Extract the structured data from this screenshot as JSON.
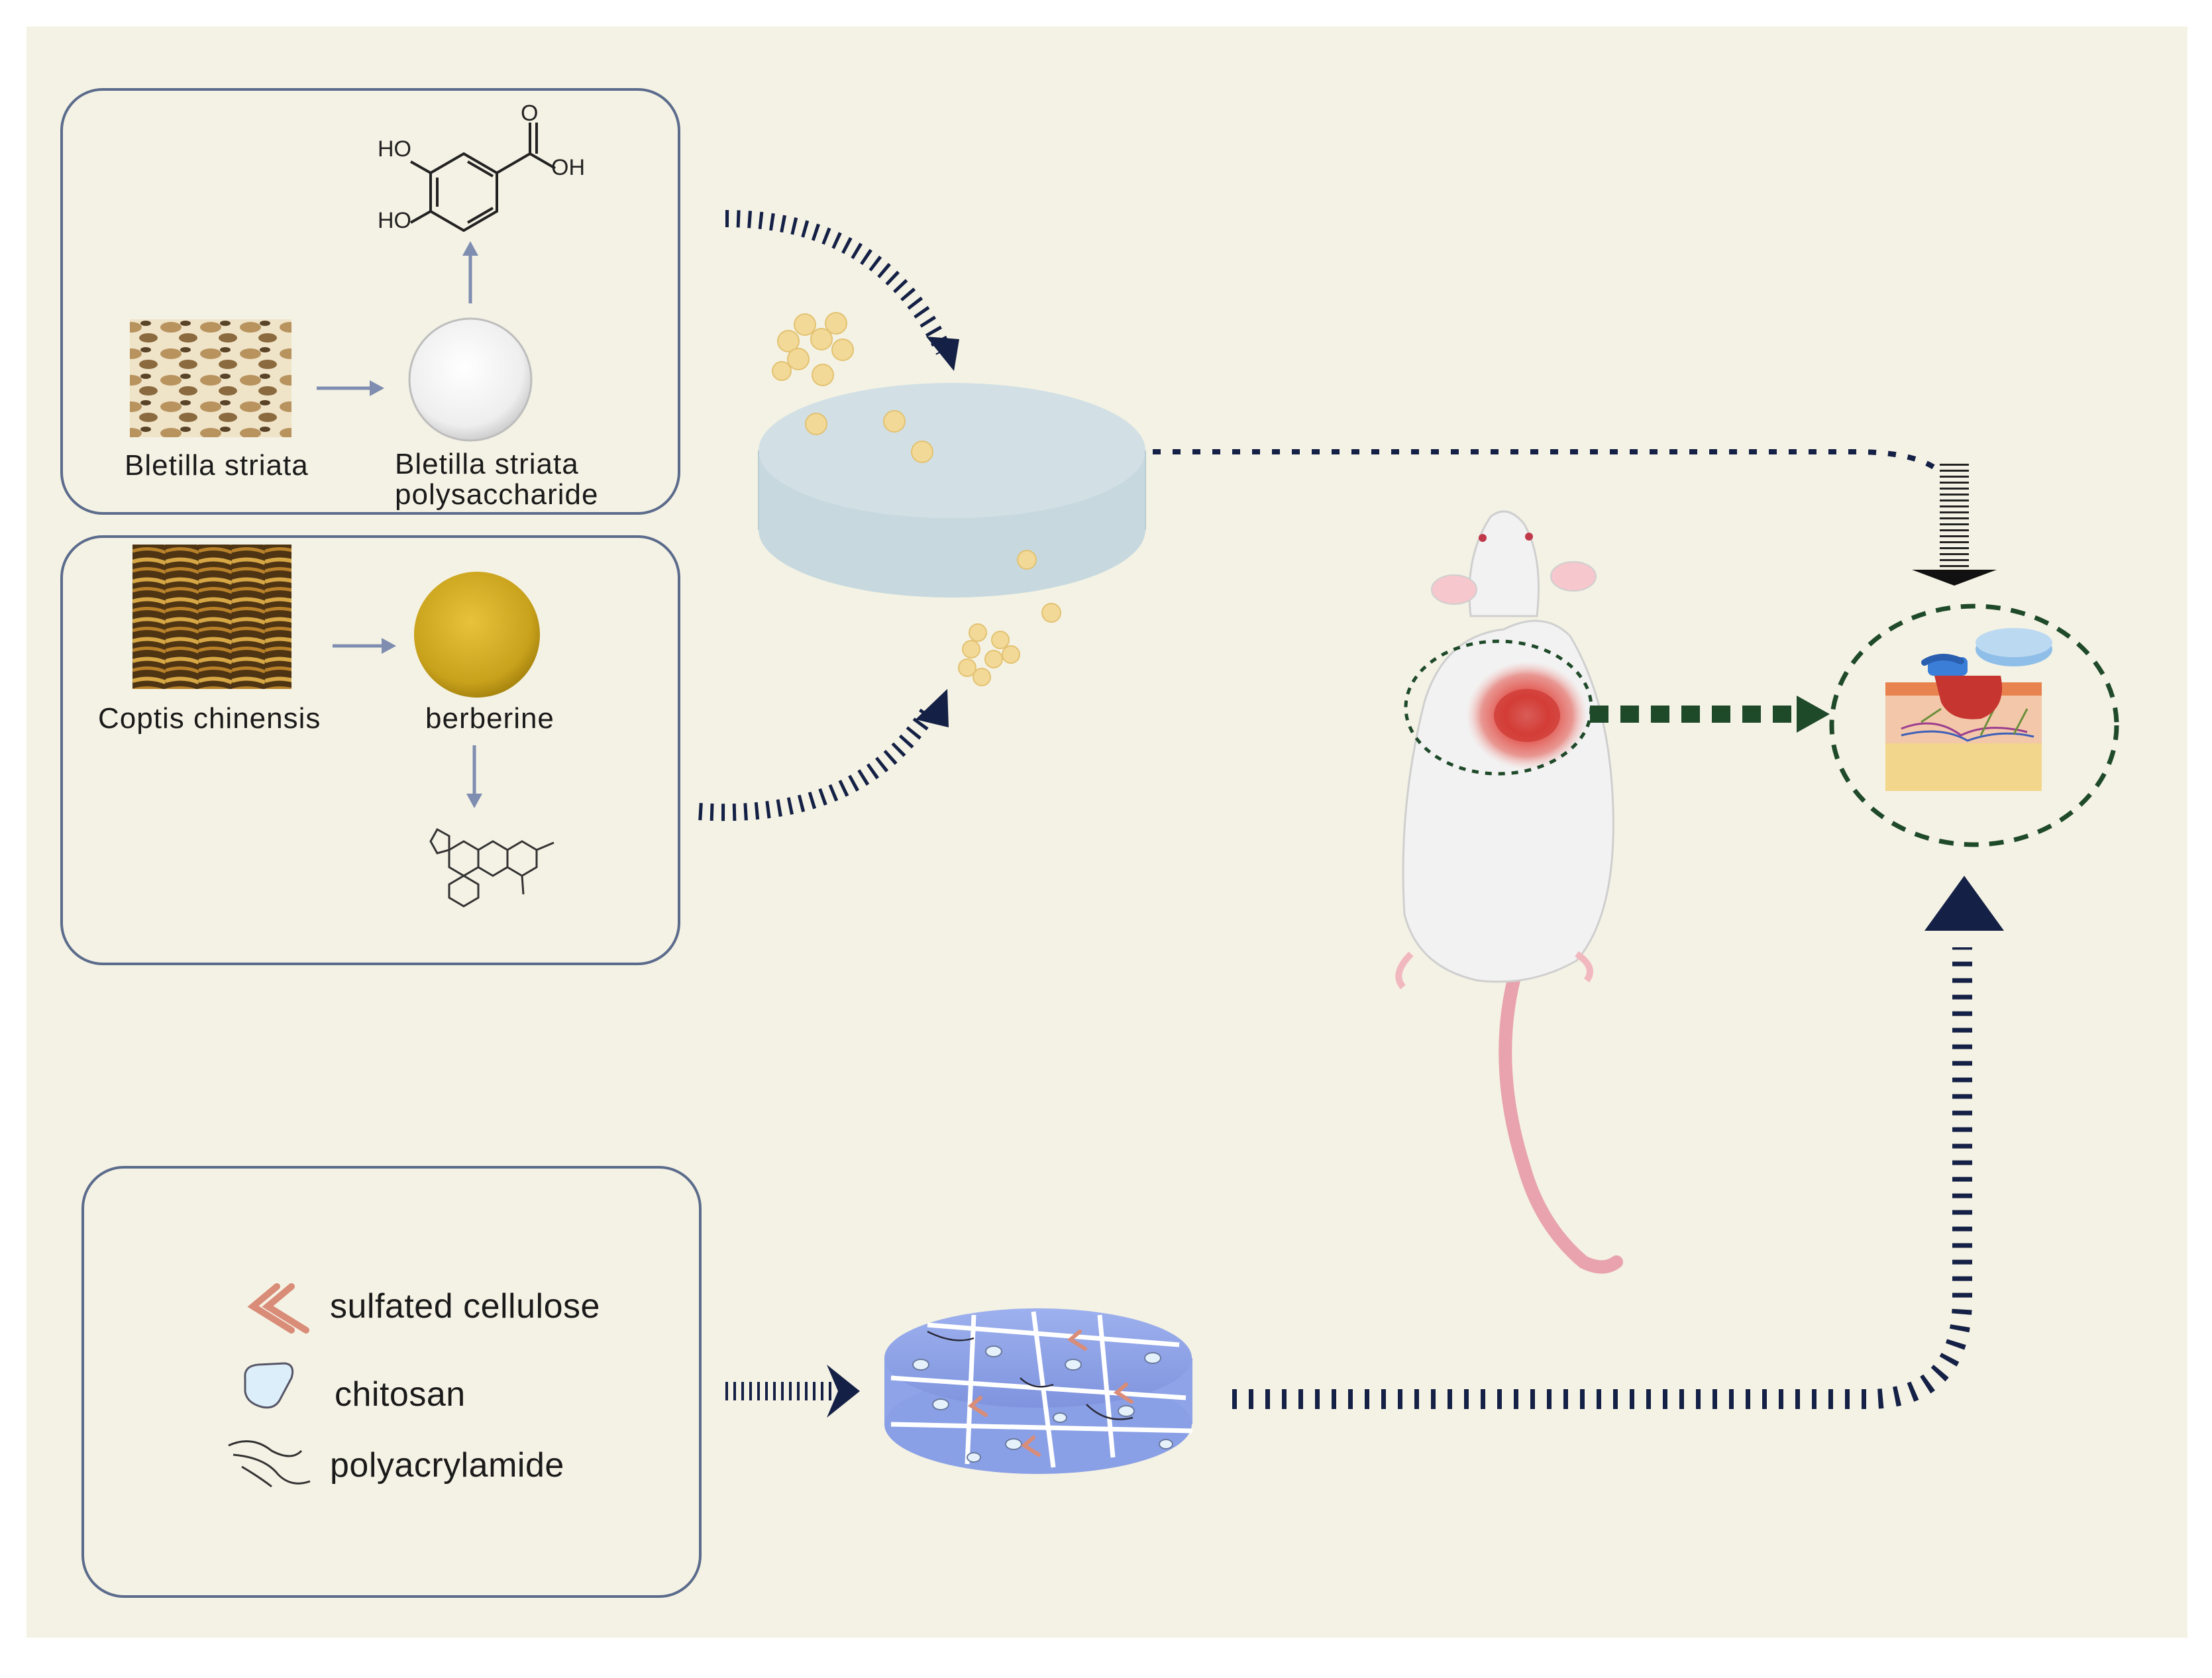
{
  "colors": {
    "background": "#f4f2e4",
    "panel_stroke": "#5b6b8c",
    "dark_arrow": "#142045",
    "green_dash": "#1f4a2a",
    "disc_top": "#cfdde2",
    "disc_side": "#bfd2d8",
    "hydrogel": "#8fa3e8",
    "bead": "#f2d998",
    "wound_red": "#d8453f",
    "rat_body": "#f2f2f2",
    "rat_tail": "#e8a3ae",
    "sulfated_cellulose": "#d98c78",
    "chitosan": "#dceefa"
  },
  "panel_top": {
    "bletilla_label": "Bletilla striata",
    "bsp_label_line1": "Bletilla striata",
    "bsp_label_line2": "polysaccharide",
    "chem_ho_1": "HO",
    "chem_ho_2": "HO",
    "chem_oh": "OH",
    "chem_o": "O"
  },
  "panel_mid": {
    "coptis_label": "Coptis chinensis",
    "berberine_label": "berberine"
  },
  "legend": {
    "sulfated_cellulose": "sulfated cellulose",
    "chitosan": "chitosan",
    "polyacrylamide": "polyacrylamide"
  },
  "icons": {
    "bletilla": "dried-tuber-photo-icon",
    "bsp": "white-powder-dish-icon",
    "coptis": "dried-rhizome-photo-icon",
    "berberine": "yellow-powder-dish-icon",
    "rat": "rat-icon",
    "skin": "skin-cross-section-icon"
  }
}
